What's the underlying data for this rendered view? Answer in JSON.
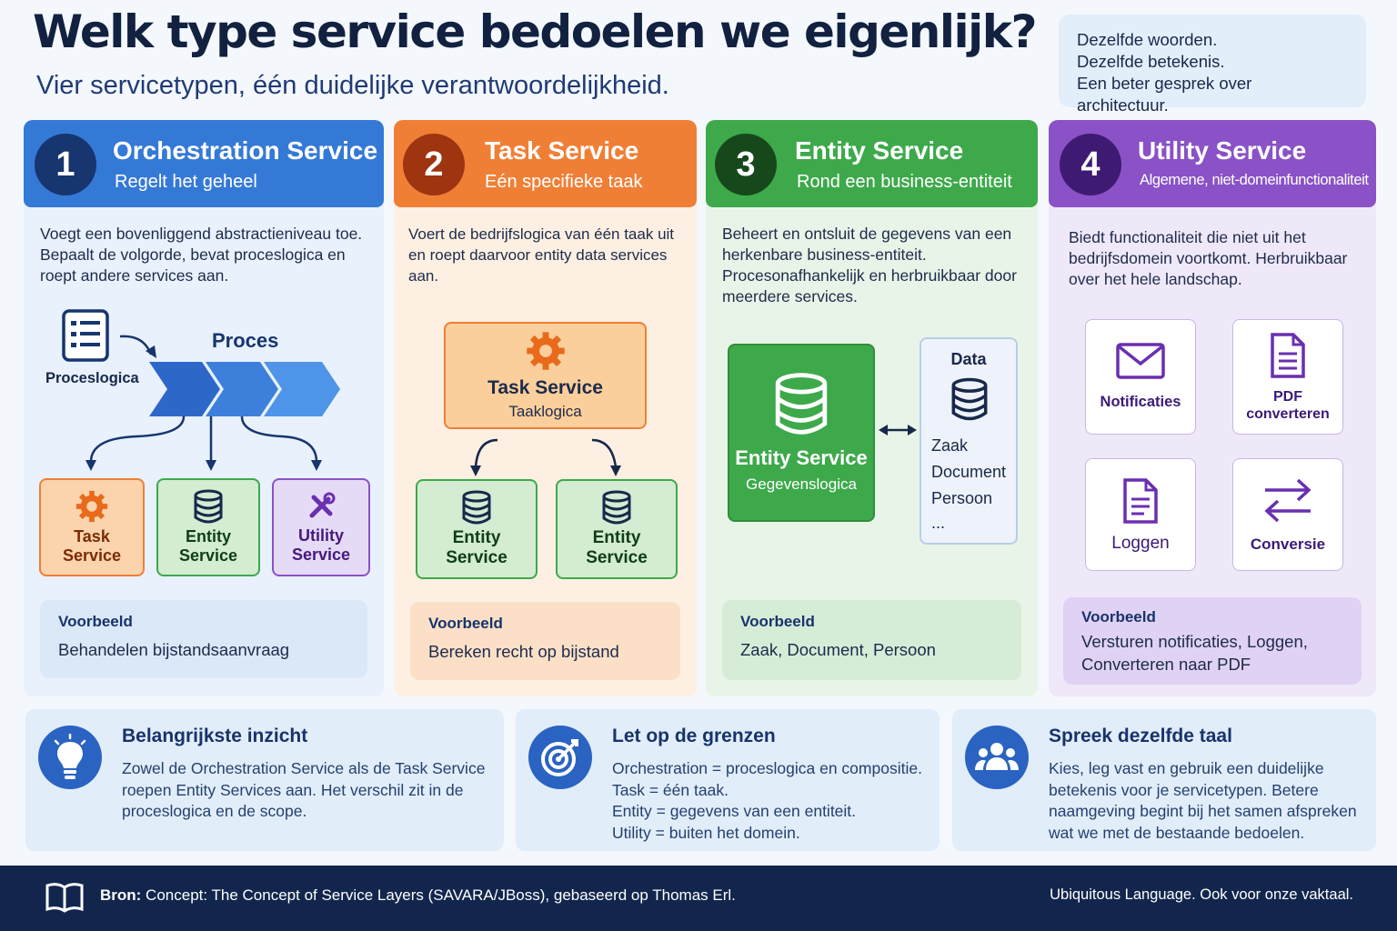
{
  "header": {
    "title": "Welk type service bedoelen we eigenlijk?",
    "subtitle": "Vier servicetypen, één duidelijke verantwoordelijkheid."
  },
  "callout": {
    "lines": [
      "Dezelfde woorden.",
      "Dezelfde betekenis.",
      "Een beter gesprek over architectuur."
    ]
  },
  "columns": [
    {
      "number": "1",
      "title": "Orchestration Service",
      "subtitle": "Regelt het geheel",
      "description": "Voegt een bovenliggend abstractieniveau toe. Bepaalt de volgorde, bevat proceslogica en roept andere services aan.",
      "diagram": {
        "process_label": "Proces",
        "logic_label": "Proceslogica",
        "boxes": [
          "Task\nService",
          "Entity\nService",
          "Utility\nService"
        ]
      },
      "example_title": "Voorbeeld",
      "example_text": "Behandelen bijstandsaanvraag"
    },
    {
      "number": "2",
      "title": "Task Service",
      "subtitle": "Eén specifieke taak",
      "description": "Voert de bedrijfslogica van één taak uit en roept daarvoor entity data services aan.",
      "diagram": {
        "main_title": "Task Service",
        "main_sub": "Taaklogica",
        "boxes": [
          "Entity\nService",
          "Entity\nService"
        ]
      },
      "example_title": "Voorbeeld",
      "example_text": "Bereken recht op bijstand"
    },
    {
      "number": "3",
      "title": "Entity Service",
      "subtitle": "Rond een business-entiteit",
      "description": "Beheert en ontsluit de gegevens van een herkenbare business-entiteit. Procesonafhankelijk en herbruikbaar door meerdere services.",
      "diagram": {
        "main_title": "Entity Service",
        "main_sub": "Gegevenslogica",
        "data_title": "Data",
        "data_items": [
          "Zaak",
          "Document",
          "Persoon",
          "..."
        ]
      },
      "example_title": "Voorbeeld",
      "example_text": "Zaak, Document, Persoon"
    },
    {
      "number": "4",
      "title": "Utility Service",
      "subtitle": "Algemene, niet-domeinfunctionaliteit",
      "description": "Biedt functionaliteit die niet uit het bedrijfsdomein voortkomt. Herbruikbaar over het hele landschap.",
      "diagram": {
        "tiles": [
          "Notificaties",
          "PDF\nconverteren",
          "Loggen",
          "Conversie"
        ],
        "tile_icons": [
          "envelope-icon",
          "pdf-document-icon",
          "log-document-icon",
          "swap-arrows-icon"
        ]
      },
      "example_title": "Voorbeeld",
      "example_text": "Versturen notificaties, Loggen, Converteren naar PDF"
    }
  ],
  "insights": [
    {
      "icon": "lightbulb-icon",
      "title": "Belangrijkste inzicht",
      "text": "Zowel de Orchestration Service als de Task Service roepen Entity Services aan. Het verschil zit in de proceslogica en de scope."
    },
    {
      "icon": "target-icon",
      "title": "Let op de grenzen",
      "lines": [
        "Orchestration = proceslogica en compositie.",
        "Task = één taak.",
        "Entity = gegevens van een entiteit.",
        "Utility = buiten het domein."
      ]
    },
    {
      "icon": "people-group-icon",
      "title": "Spreek dezelfde taal",
      "text": "Kies, leg vast en gebruik een duidelijke betekenis voor je servicetypen. Betere naamgeving begint bij het samen afspreken wat we met de bestaande bedoelen."
    }
  ],
  "footer": {
    "source_label": "Bron:",
    "source_text": " Concept: The Concept of Service Layers (SAVARA/JBoss), gebaseerd op Thomas Erl.",
    "tagline": "Ubiquitous Language. Ook voor onze vaktaal."
  },
  "colors": {
    "orchestration": "#3479d6",
    "task": "#f07f36",
    "entity": "#3ea94b",
    "utility": "#8a52c6",
    "footer": "#12264d"
  }
}
